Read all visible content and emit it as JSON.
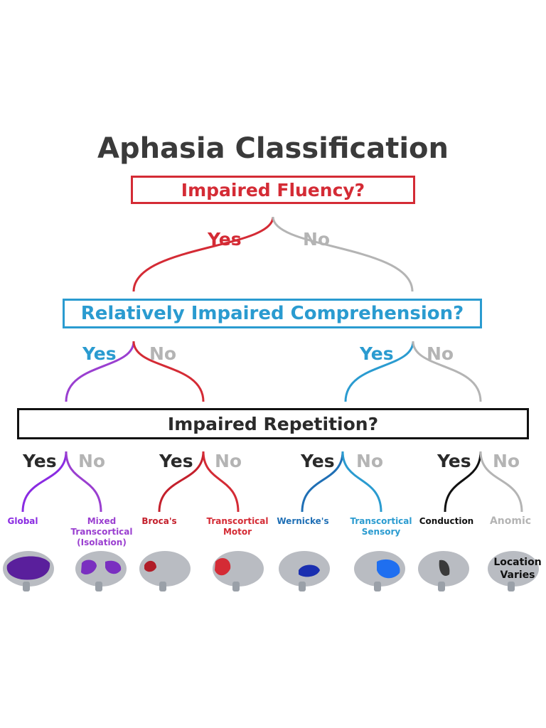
{
  "title": "Aphasia Classification",
  "questions": {
    "fluency": "Impaired Fluency?",
    "comprehension": "Relatively Impaired Comprehension?",
    "repetition": "Impaired Repetition?"
  },
  "answers": {
    "yes": "Yes",
    "no": "No"
  },
  "colors": {
    "red": "#d42b35",
    "blue": "#2a9bd0",
    "purple": "#9a3fd0",
    "gray": "#b4b4b4",
    "black": "#111111",
    "dark_blue": "#1f6fb5"
  },
  "outcomes": [
    {
      "label": "Global",
      "color": "#8a2be2"
    },
    {
      "label": "Mixed Transcortical (Isolation)",
      "color": "#9a3fd0"
    },
    {
      "label": "Broca's",
      "color": "#c4202c"
    },
    {
      "label": "Transcortical Motor",
      "color": "#d42b35"
    },
    {
      "label": "Wernicke's",
      "color": "#1f6fb5"
    },
    {
      "label": "Transcortical Sensory",
      "color": "#2a9bd0"
    },
    {
      "label": "Conduction",
      "color": "#111111"
    },
    {
      "label": "Anomic",
      "color": "#b4b4b4"
    }
  ],
  "anomic_location": "Location Varies"
}
